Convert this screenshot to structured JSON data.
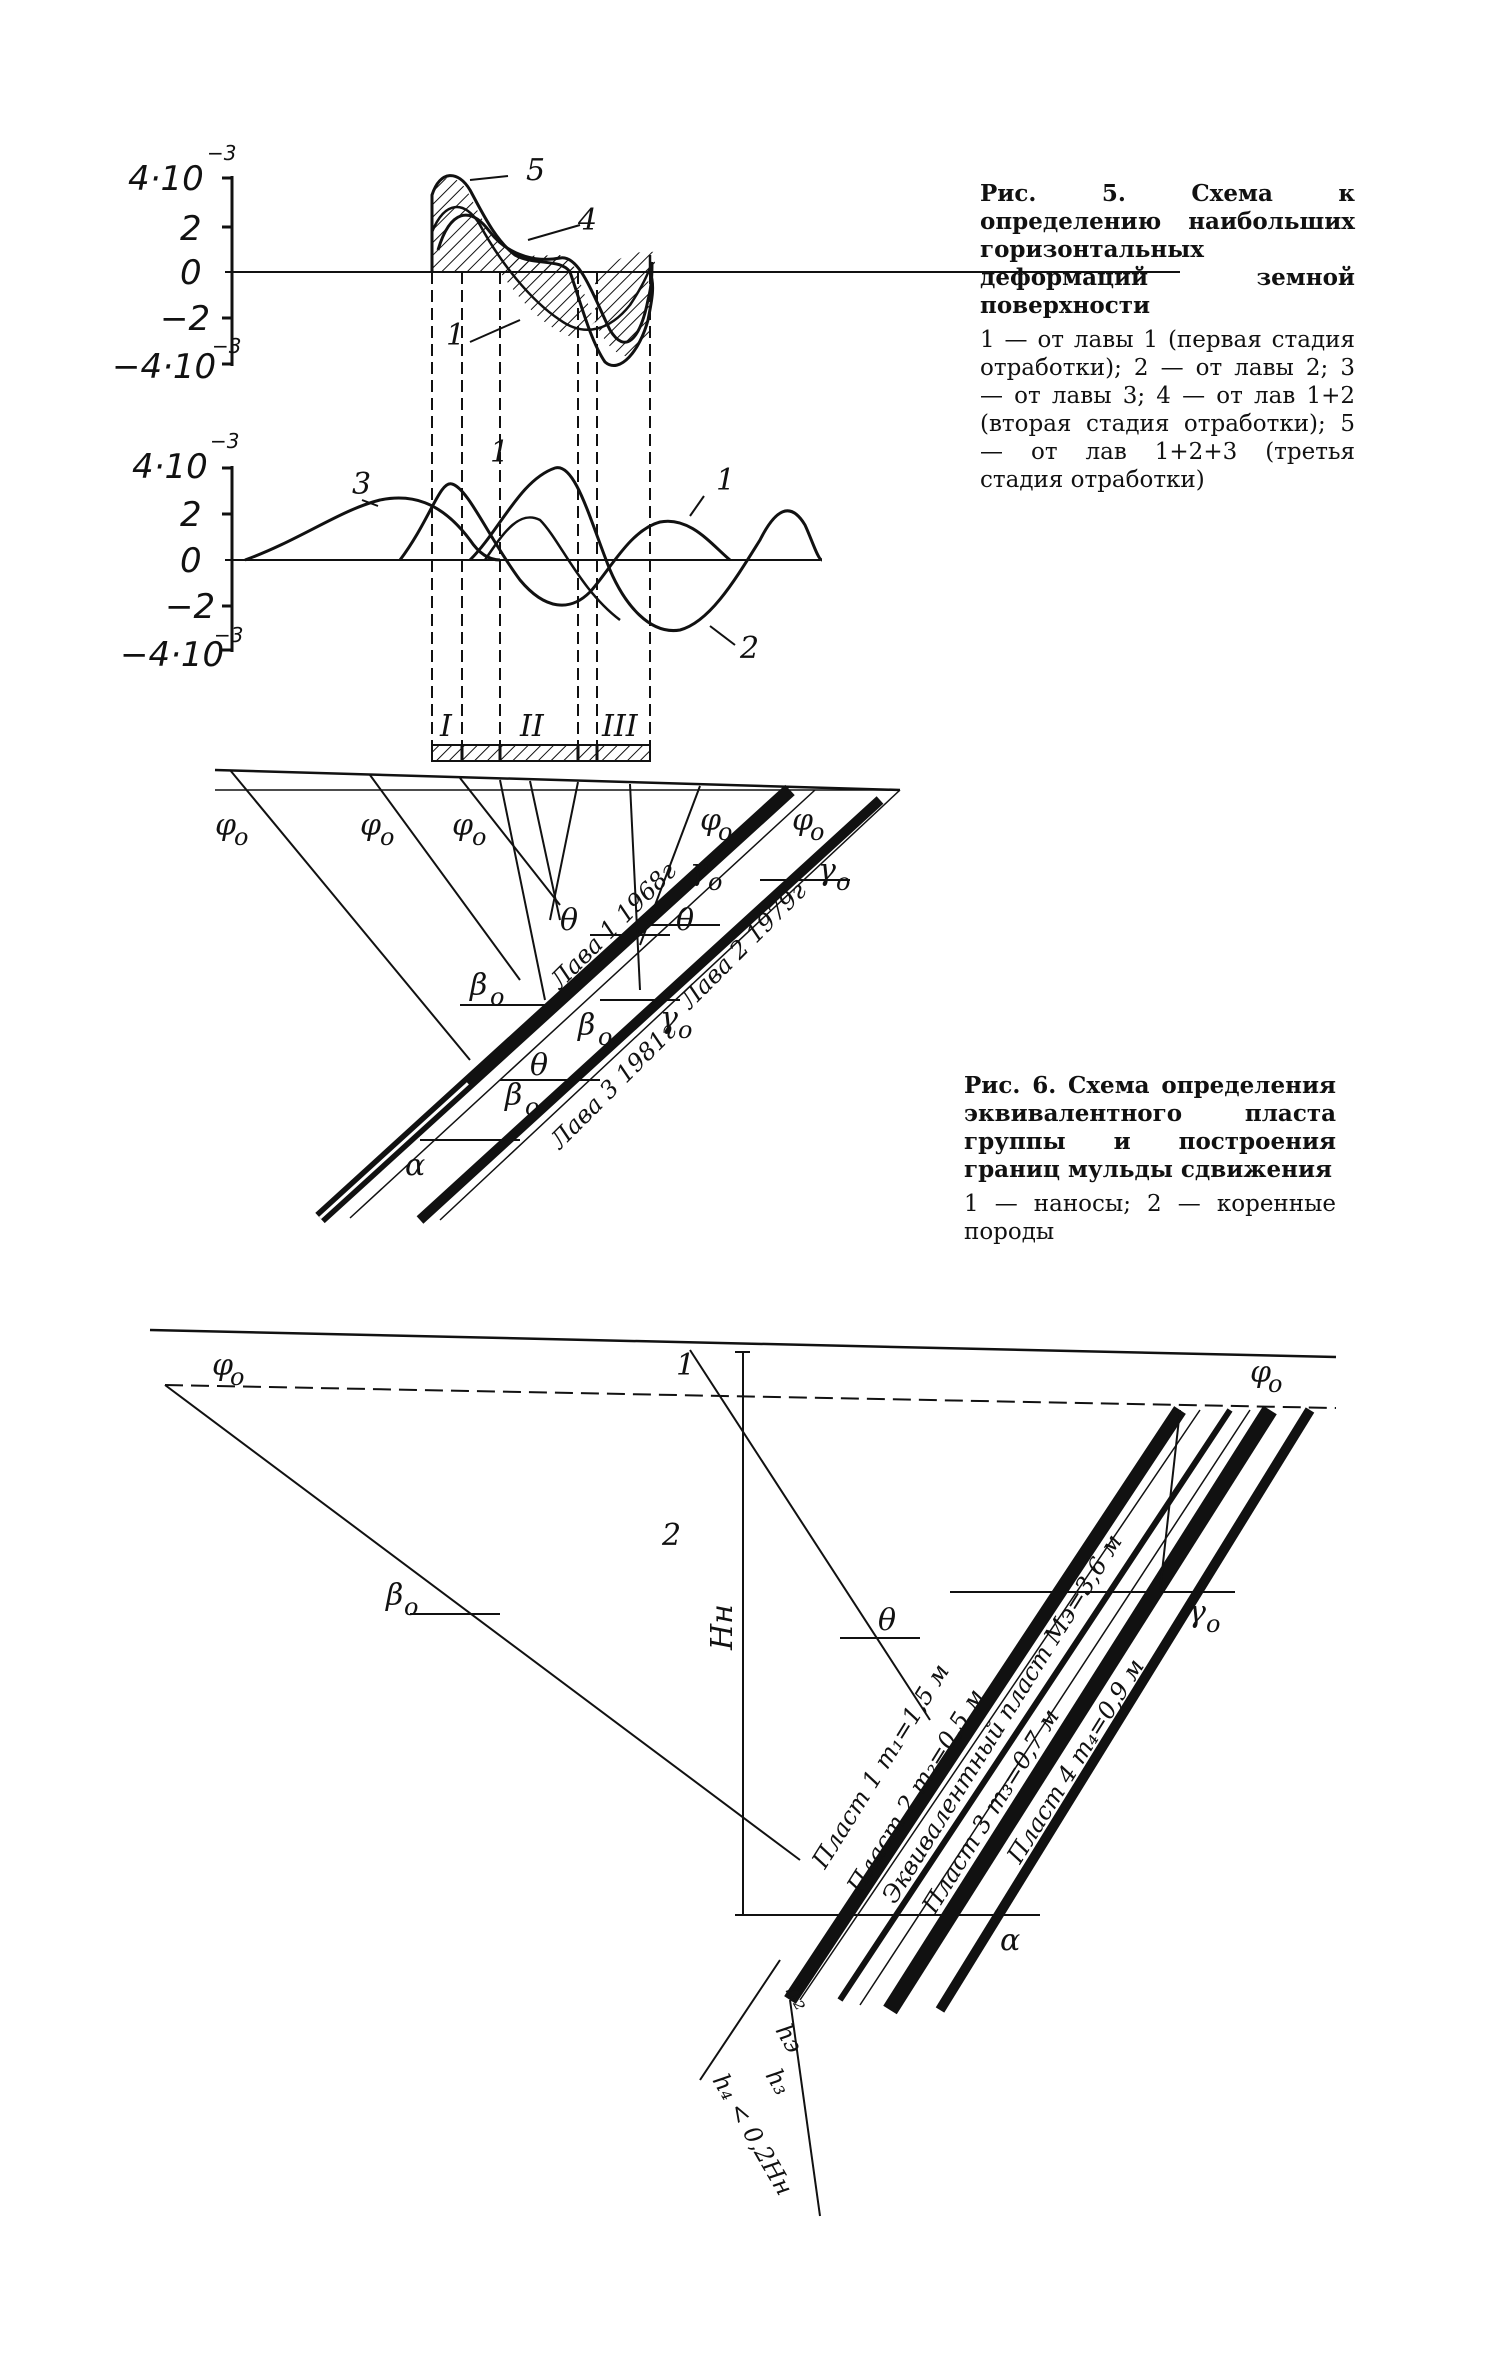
{
  "fig5": {
    "caption_title": "Рис. 5. Схема к определению наибольших горизонтальных деформаций земной поверхности",
    "caption_body": "1 — от лавы 1 (первая стадия отработки); 2 — от лавы 2; 3 — от лавы 3; 4 — от лав 1+2 (вторая стадия отработки); 5 — от лав 1+2+3 (третья стадия отработки)",
    "top_axis": {
      "ticks": [
        "4·10",
        "2",
        "0",
        "−2",
        "−4·10"
      ],
      "exp": "−3"
    },
    "mid_axis": {
      "ticks": [
        "4·10",
        "2",
        "0",
        "−2",
        "−4·10"
      ],
      "exp": "−3"
    },
    "curve_labels": [
      "5",
      "4",
      "1",
      "3",
      "1",
      "1",
      "2"
    ],
    "panels": [
      "I",
      "II",
      "III"
    ]
  },
  "fig5_section": {
    "angles": {
      "phi": "φ",
      "phi_sub": "о",
      "beta": "β",
      "beta_sub": "о",
      "gamma": "γ",
      "gamma_sub": "о",
      "theta": "θ",
      "alpha": "α"
    },
    "seams": [
      "Лава 1 1968г",
      "Лава 2 1979г",
      "Лава 3 1981г"
    ]
  },
  "fig6": {
    "caption_title": "Рис. 6. Схема определения эквивалентного пласта группы и построения границ мульды сдвижения",
    "caption_body": "1 — наносы; 2 — коренные породы",
    "labels": {
      "one": "1",
      "two": "2",
      "depth": "Hн"
    },
    "seams": [
      "Пласт 1 m₁=1,5 м",
      "Пласт 2 m₂=0,5 м",
      "Эквивалентный пласт Mэ=3,6 м",
      "Пласт 3 m₃=0,7 м",
      "Пласт 4 m₄=0,9 м"
    ],
    "dims": [
      "h₂",
      "hэ",
      "h₃",
      "h₄ < 0,2Hн"
    ]
  }
}
